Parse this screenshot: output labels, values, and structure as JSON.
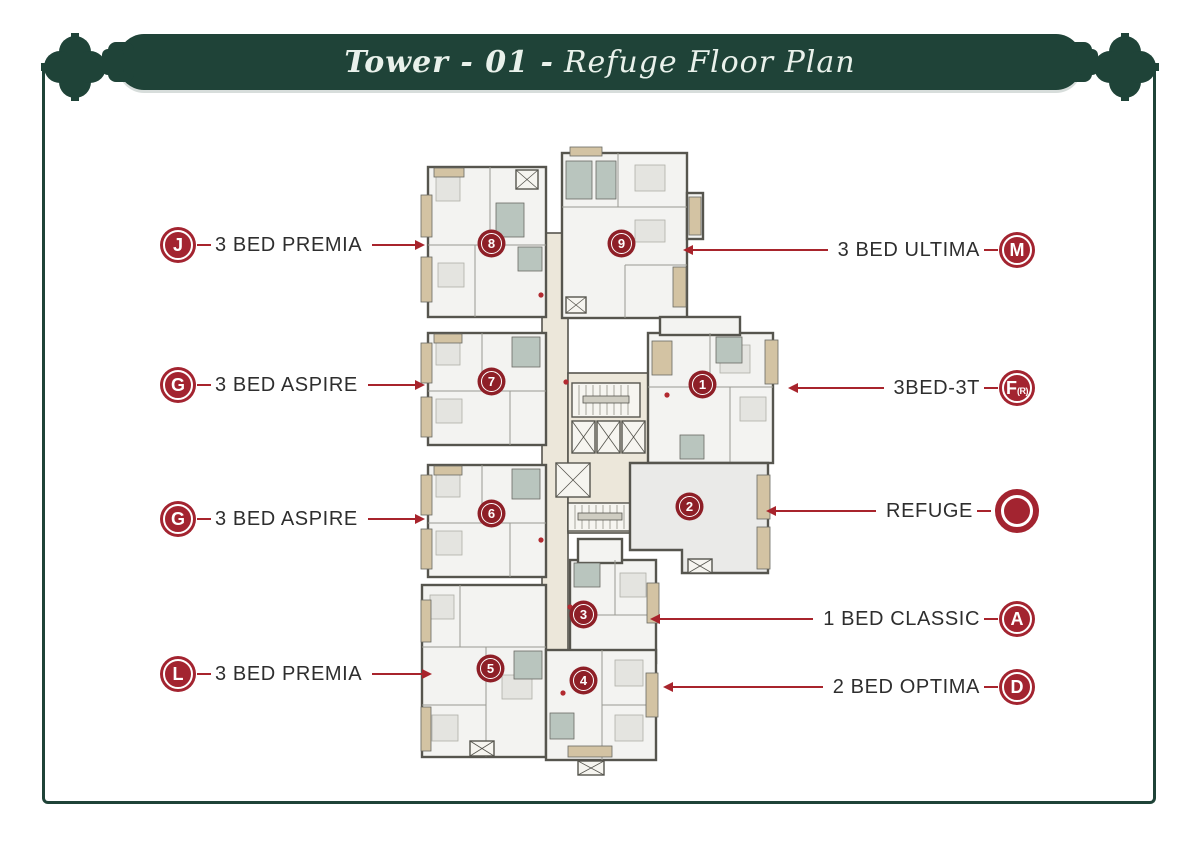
{
  "header": {
    "title_prefix": "Tower - 01 -",
    "title_suffix": "Refuge Floor Plan"
  },
  "callouts": {
    "left": [
      {
        "badge": "J",
        "label": "3 BED PREMIA"
      },
      {
        "badge": "G",
        "label": "3 BED ASPIRE"
      },
      {
        "badge": "G",
        "label": "3 BED ASPIRE"
      },
      {
        "badge": "L",
        "label": "3 BED PREMIA"
      }
    ],
    "right": [
      {
        "badge": "M",
        "label": "3 BED ULTIMA"
      },
      {
        "badge": "F",
        "badge_sub": "(R)",
        "label": "3BED-3T"
      },
      {
        "badge": "",
        "badge_filled": true,
        "label": "REFUGE"
      },
      {
        "badge": "A",
        "label": "1 BED CLASSIC"
      },
      {
        "badge": "D",
        "label": "2 BED OPTIMA"
      }
    ]
  },
  "plan": {
    "units": [
      {
        "number": "1"
      },
      {
        "number": "2"
      },
      {
        "number": "3"
      },
      {
        "number": "4"
      },
      {
        "number": "5"
      },
      {
        "number": "6"
      },
      {
        "number": "7"
      },
      {
        "number": "8"
      },
      {
        "number": "9"
      }
    ]
  },
  "colors": {
    "banner_green": "#1f4338",
    "badge_red": "#a32430",
    "unit_circle_red": "#8e1f27",
    "arrow_red": "#a8242c",
    "label_text": "#2e2e2e",
    "balcony_beige": "#d3c3a3",
    "bath_green": "#b9c5be"
  }
}
